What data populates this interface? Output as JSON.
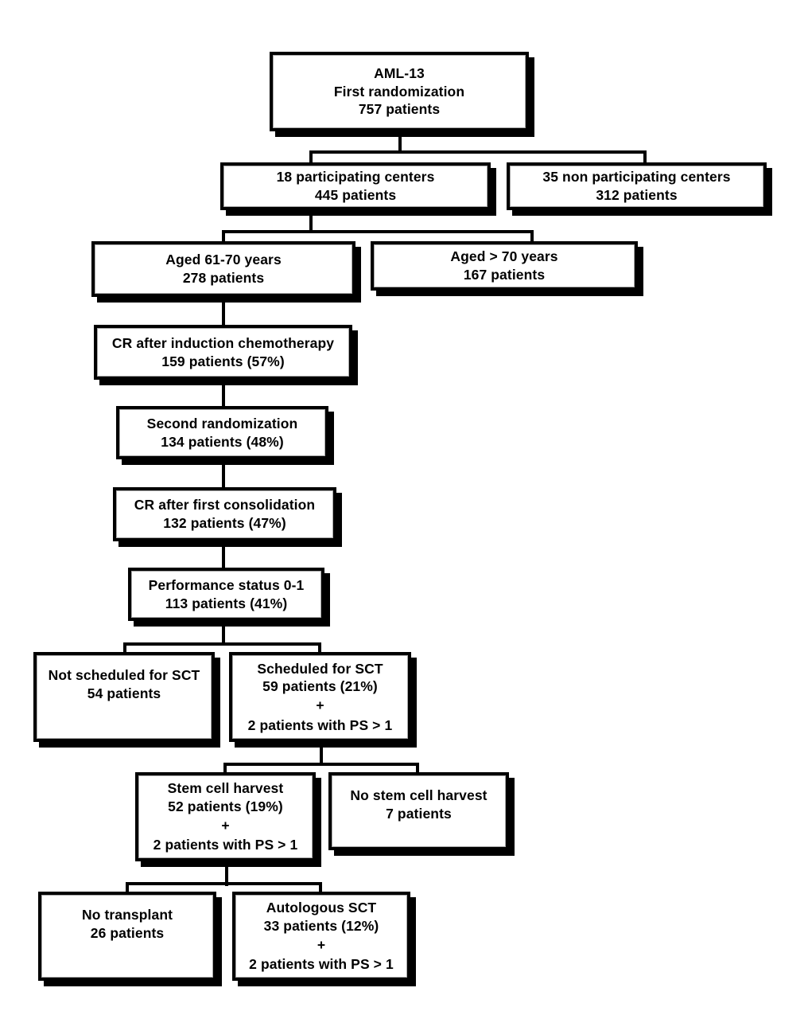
{
  "diagram": {
    "title": "AML-13 patient flow",
    "nodes": [
      {
        "id": "root",
        "name": "node-aml13-first-randomization",
        "lines": [
          "AML-13",
          "First randomization",
          "757 patients"
        ]
      },
      {
        "id": "participating",
        "name": "node-participating-centers",
        "lines": [
          "18 participating centers",
          "445 patients"
        ]
      },
      {
        "id": "nonparticipating",
        "name": "node-non-participating-centers",
        "lines": [
          "35 non participating centers",
          "312 patients"
        ]
      },
      {
        "id": "aged61",
        "name": "node-aged-61-70",
        "lines": [
          "Aged 61-70 years",
          "278 patients"
        ]
      },
      {
        "id": "aged70",
        "name": "node-aged-over-70",
        "lines": [
          "Aged > 70 years",
          "167 patients"
        ]
      },
      {
        "id": "crinduction",
        "name": "node-cr-after-induction",
        "lines": [
          "CR after induction chemotherapy",
          "159 patients (57%)"
        ]
      },
      {
        "id": "secondrand",
        "name": "node-second-randomization",
        "lines": [
          "Second randomization",
          "134 patients (48%)"
        ]
      },
      {
        "id": "crconsolidation",
        "name": "node-cr-after-first-consolidation",
        "lines": [
          "CR after first consolidation",
          "132 patients (47%)"
        ]
      },
      {
        "id": "perfstatus",
        "name": "node-performance-status",
        "lines": [
          "Performance status 0-1",
          "113 patients (41%)"
        ]
      },
      {
        "id": "notsched",
        "name": "node-not-scheduled-for-sct",
        "lines": [
          "Not scheduled for SCT",
          "54 patients"
        ]
      },
      {
        "id": "sched",
        "name": "node-scheduled-for-sct",
        "lines": [
          "Scheduled for SCT",
          "59 patients (21%)",
          "+",
          "2 patients with PS > 1"
        ]
      },
      {
        "id": "harvest",
        "name": "node-stem-cell-harvest",
        "lines": [
          "Stem cell harvest",
          "52 patients (19%)",
          "+",
          "2 patients with PS > 1"
        ]
      },
      {
        "id": "noharvest",
        "name": "node-no-stem-cell-harvest",
        "lines": [
          "No stem cell harvest",
          "7 patients"
        ]
      },
      {
        "id": "notransplant",
        "name": "node-no-transplant",
        "lines": [
          "No transplant",
          "26 patients"
        ]
      },
      {
        "id": "autosct",
        "name": "node-autologous-sct",
        "lines": [
          "Autologous SCT",
          "33 patients (12%)",
          "+",
          "2 patients with PS > 1"
        ]
      }
    ]
  },
  "chart_data": {
    "type": "flowchart",
    "title": "AML-13 trial patient disposition",
    "colors": {
      "box_border": "#000000",
      "box_fill": "#ffffff",
      "connector": "#000000",
      "text": "#000000"
    },
    "steps": [
      {
        "label": "AML-13 First randomization",
        "patients": 757
      },
      {
        "label": "18 participating centers",
        "patients": 445
      },
      {
        "label": "35 non participating centers",
        "patients": 312
      },
      {
        "label": "Aged 61-70 years",
        "patients": 278
      },
      {
        "label": "Aged > 70 years",
        "patients": 167
      },
      {
        "label": "CR after induction chemotherapy",
        "patients": 159,
        "percent": 57
      },
      {
        "label": "Second randomization",
        "patients": 134,
        "percent": 48
      },
      {
        "label": "CR after first consolidation",
        "patients": 132,
        "percent": 47
      },
      {
        "label": "Performance status 0-1",
        "patients": 113,
        "percent": 41
      },
      {
        "label": "Not scheduled for SCT",
        "patients": 54
      },
      {
        "label": "Scheduled for SCT",
        "patients": 59,
        "percent": 21,
        "extra": 2,
        "extra_note": "patients with PS > 1"
      },
      {
        "label": "Stem cell harvest",
        "patients": 52,
        "percent": 19,
        "extra": 2,
        "extra_note": "patients with PS > 1"
      },
      {
        "label": "No stem cell harvest",
        "patients": 7
      },
      {
        "label": "No transplant",
        "patients": 26
      },
      {
        "label": "Autologous SCT",
        "patients": 33,
        "percent": 12,
        "extra": 2,
        "extra_note": "patients with PS > 1"
      }
    ],
    "edges": [
      {
        "from": "AML-13 First randomization",
        "to": "18 participating centers"
      },
      {
        "from": "AML-13 First randomization",
        "to": "35 non participating centers"
      },
      {
        "from": "18 participating centers",
        "to": "Aged 61-70 years"
      },
      {
        "from": "18 participating centers",
        "to": "Aged > 70 years"
      },
      {
        "from": "Aged 61-70 years",
        "to": "CR after induction chemotherapy"
      },
      {
        "from": "CR after induction chemotherapy",
        "to": "Second randomization"
      },
      {
        "from": "Second randomization",
        "to": "CR after first consolidation"
      },
      {
        "from": "CR after first consolidation",
        "to": "Performance status 0-1"
      },
      {
        "from": "Performance status 0-1",
        "to": "Not scheduled for SCT"
      },
      {
        "from": "Performance status 0-1",
        "to": "Scheduled for SCT"
      },
      {
        "from": "Scheduled for SCT",
        "to": "Stem cell harvest"
      },
      {
        "from": "Scheduled for SCT",
        "to": "No stem cell harvest"
      },
      {
        "from": "Stem cell harvest",
        "to": "No transplant"
      },
      {
        "from": "Stem cell harvest",
        "to": "Autologous SCT"
      }
    ]
  }
}
